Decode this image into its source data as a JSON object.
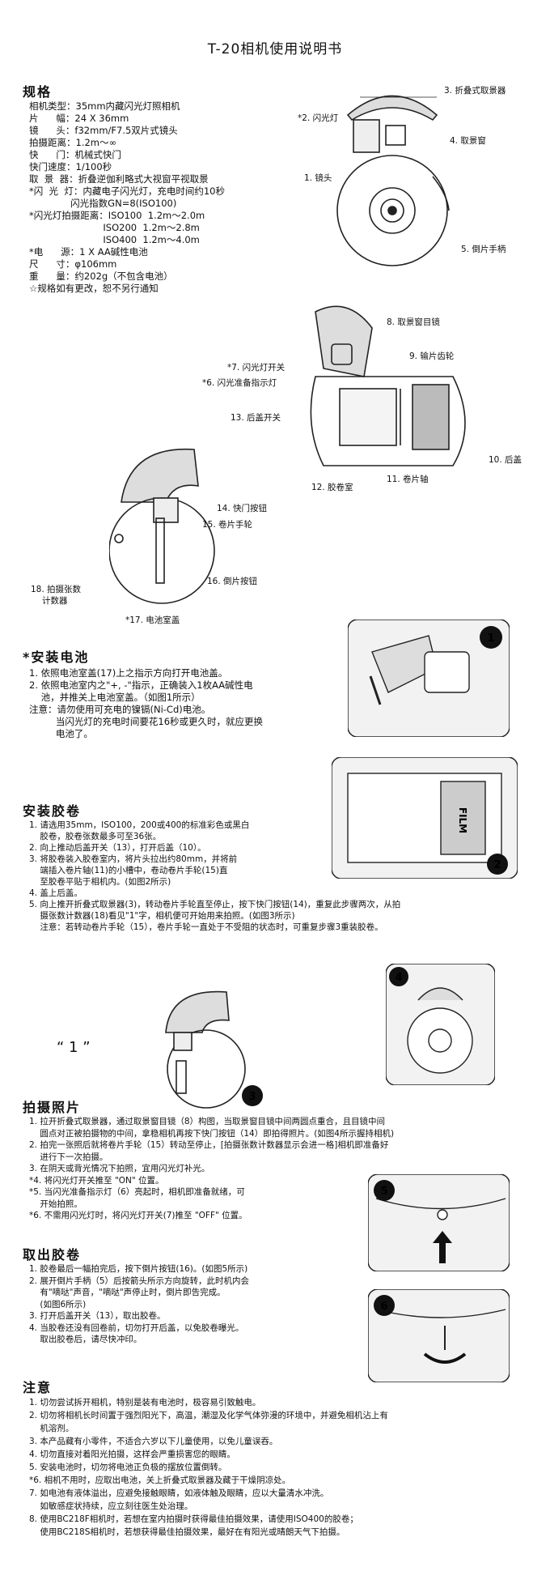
{
  "title": "T-20相机使用说明书",
  "specs": {
    "heading": "规格",
    "lines": [
      "相机类型：35mm内藏闪光灯照相机",
      "片      幅：24 X 36mm",
      "镜      头：f32mm/F7.5双片式镜头",
      "拍摄距离：1.2m～∞",
      "快      门：机械式快门",
      "快门速度：1/100秒",
      "取  景  器：折叠逆伽利略式大视窗平视取景",
      "*闪  光  灯：内藏电子闪光灯，充电时间约10秒",
      "              闪光指数GN=8(ISO100)",
      "*闪光灯拍摄距离：ISO100  1.2m～2.0m",
      "                         ISO200  1.2m～2.8m",
      "                         ISO400  1.2m～4.0m",
      "*电      源：1 X AA碱性电池",
      "尺      寸：φ106mm",
      "重      量：约202g（不包含电池）",
      "☆规格如有更改，恕不另行通知"
    ]
  },
  "parts": {
    "p1": "1. 镜头",
    "p2": "*2. 闪光灯",
    "p3": "3. 折叠式取景器",
    "p4": "4. 取景窗",
    "p5": "5. 倒片手柄",
    "p6": "*6. 闪光准备指示灯",
    "p7": "*7. 闪光灯开关",
    "p8": "8. 取景窗目镜",
    "p9": "9. 输片齿轮",
    "p10": "10. 后盖",
    "p11": "11. 卷片轴",
    "p12": "12. 胶卷室",
    "p13": "13. 后盖开关",
    "p14": "14. 快门按钮",
    "p15": "15. 卷片手轮",
    "p16": "16. 倒片按钮",
    "p17": "*17. 电池室盖",
    "p18a": "18. 拍摄张数",
    "p18b": "计数器"
  },
  "battery": {
    "heading": "*安装电池",
    "lines": [
      "1. 依照电池室盖(17)上之指示方向打开电池盖。",
      "2. 依照电池室内之\"+, -\"指示，正确装入1枚AA碱性电",
      "    池，并推关上电池室盖。（如图1所示）",
      "注意：请勿使用可充电的镍镉(Ni-Cd)电池。",
      "         当闪光灯的充电时间要花16秒或更久时，就应更换",
      "         电池了。"
    ]
  },
  "film": {
    "heading": "安装胶卷",
    "lines": [
      "1. 请选用35mm，ISO100，200或400的标准彩色或黑白",
      "    胶卷，胶卷张数最多可至36张。",
      "2. 向上推动后盖开关（13），打开后盖（10）。",
      "3. 将胶卷装入胶卷室内，将片头拉出约80mm，并将前",
      "    端插入卷片轴(11)的小槽中，卷动卷片手轮(15)直",
      "    至胶卷平贴于相机内。(如图2所示)",
      "4. 盖上后盖。",
      "5. 向上推开折叠式取景器(3)，转动卷片手轮直至停止，按下快门按钮(14)，重复此步骤两次，从拍",
      "    摄张数计数器(18)看见\"1\"字，相机便可开始用来拍照。(如图3所示)",
      "    注意：若转动卷片手轮（15），卷片手轮一直处于不受阻的状态时，可重复步骤3重装胶卷。"
    ],
    "film_text": "FILM",
    "counter_text": "“ 1 ”"
  },
  "shoot": {
    "heading": "拍摄照片",
    "lines": [
      "1. 拉开折叠式取景器，通过取景窗目镜（8）构图，当取景窗目镜中间两圆点重合，且目镜中间",
      "    圆点对正被拍摄物的中间，拿稳相机再按下快门按钮（14）即拍得照片。(如图4所示握持相机)",
      "2. 拍完一张照后就将卷片手轮（15）转动至停止，[拍摄张数计数器显示会进一格]相机即准备好",
      "    进行下一次拍摄。",
      "3. 在阴天或背光情况下拍照，宜用闪光灯补光。",
      "*4. 将闪光灯开关推至 \"ON\" 位置。",
      "*5. 当闪光准备指示灯（6）亮起时，相机即准备就绪，可",
      "    开始拍照。",
      "*6. 不需用闪光灯时，将闪光灯开关(7)推至 \"OFF\" 位置。"
    ]
  },
  "unload": {
    "heading": "取出胶卷",
    "lines": [
      "1. 胶卷最后一幅拍完后，按下倒片按钮(16)。(如图5所示)",
      "2. 展开倒片手柄（5）后按箭头所示方向旋转，此时机内会",
      "    有\"嘀哒\"声音，\"嘀哒\"声停止时，倒片即告完成。",
      "    (如图6所示)",
      "3. 打开后盖开关（13），取出胶卷。",
      "4. 当胶卷还没有回卷前，切勿打开后盖，以免胶卷曝光。",
      "    取出胶卷后，请尽快冲印。"
    ]
  },
  "notes": {
    "heading": "注意",
    "lines": [
      "1. 切勿尝试拆开相机，特别是装有电池时，极容易引致触电。",
      "2. 切勿将相机长时间置于强烈阳光下，高温，潮湿及化学气体弥漫的环境中，并避免相机沾上有",
      "    机溶剂。",
      "3. 本产品藏有小零件，不适合六岁以下儿童使用，以免儿童误吞。",
      "4. 切勿直接对着阳光拍摄，这样会严重损害您的眼睛。",
      "5. 安装电池时，切勿将电池正负极的摆放位置倒转。",
      "*6. 相机不用时，应取出电池，关上折叠式取景器及藏于干燥阴凉处。",
      "7. 如电池有液体溢出，应避免接触眼睛，如液体触及眼睛，应以大量清水冲洗。",
      "    如敏感症状持续，应立刻往医生处治理。",
      "8. 使用BC218F相机时，若想在室内拍摄时获得最佳拍摄效果，请使用ISO400的胶卷；",
      "    使用BC218S相机时，若想获得最佳拍摄效果，最好在有阳光或晴朗天气下拍摄。"
    ]
  },
  "fig_numbers": [
    "1",
    "2",
    "3",
    "4",
    "5",
    "6"
  ]
}
